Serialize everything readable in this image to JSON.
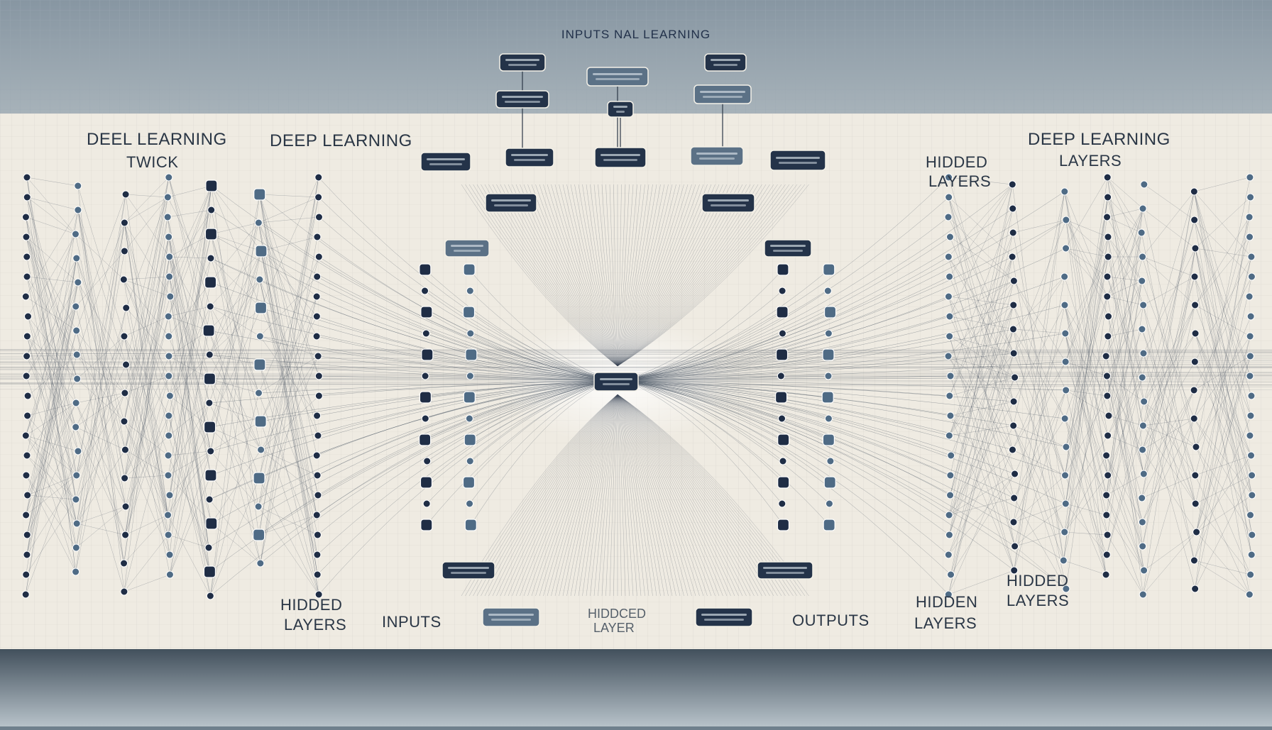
{
  "header": {
    "top_caption": "INPUTS NAL LEARNING"
  },
  "labels": {
    "deel_learning": "DEEL LEARNING",
    "deep_learning_left": "DEEP LEARNING",
    "twick": "TWICK",
    "deep_learning_right": "DEEP LEARNING",
    "layers_right": "LAYERS",
    "hidded_layers_top_right_1": "HIDDED",
    "hidded_layers_top_right_2": "LAYERS",
    "hidded_layers_left_1": "HIDDED",
    "hidded_layers_left_2": "LAYERS",
    "inputs": "INPUTS",
    "hidden_center_1": "HIDDCED",
    "hidden_center_2": "LAYER",
    "outputs": "OUTPUTS",
    "hidden_layers_bottom_right_1": "HIDDEN",
    "hidden_layers_bottom_right_2": "LAYERS",
    "hidded_layers_far_right_1": "HIDDED",
    "hidded_layers_far_right_2": "LAYERS"
  },
  "colors": {
    "board": "#efebe2",
    "backdrop": "#7d8f9c",
    "node_dark": "#1f2d45",
    "node_mid": "#4f6b85",
    "line": "#3a4656"
  }
}
